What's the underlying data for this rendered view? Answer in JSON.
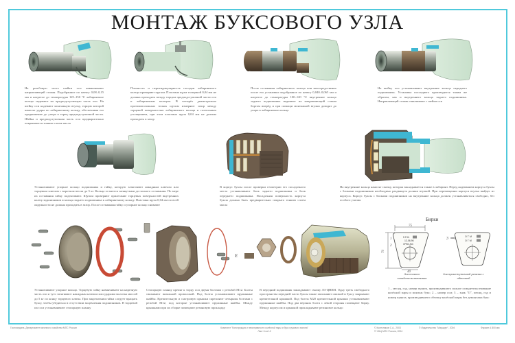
{
  "poster": {
    "title": "МОНТАЖ БУКСОВОГО УЗЛА",
    "accent_color": "#4fc9dc"
  },
  "steps": [
    {
      "id": 1,
      "illustration": "axle-journal-with-labyrinth-ring",
      "caption": "На резьбовую часть шейки оси навинчивают направляющий стакан. Подобранное по натягу 0,08–0,15 мм и нагретое до температуры 125–150 °С лабиринтное кольцо надевают на предподступичную часть оси. На шейку оси надевают монтажную втулку, торцом которой наносят удары по лабиринтному кольцу, обеспечивая его продвижение до упора в торец предподступичной части. Шейка и предподступичная часть оси предварительно покрываются тонким слоем масла"
    },
    {
      "id": 2,
      "illustration": "axle-with-labyrinth-ring-check",
      "caption": "Плотность и перпендикулярность посадки лабиринтного кольца проверяют щупом. Пластина щупа толщиной 0,04 мм не должна проходить между торцом предподступичной части оси и лабиринтным кольцом. В четырёх диаметрально противоположных точках щупом измеряют зазор между торцевой поверхностью лабиринтного кольца и галтельным утолщением, при этом пластина щупа 0,04 мм не должна проходить в зазор"
    },
    {
      "id": 3,
      "illustration": "axle-with-inner-ring-rear-bearing",
      "caption": "После остывания лабиринтного кольца или непосредственно после его установки подобранное по натягу 0,040–0,065 мм и нагретое до температуры 100–120 °С внутреннее кольцо заднего подшипника надевают на направляющий стакан бортом вперёд и при помощи монтажной втулки доводят до упора в лабиринтное кольцо"
    },
    {
      "id": 4,
      "illustration": "axle-with-inner-ring-front-bearing",
      "caption": "На шейку оси устанавливают внутреннее кольцо переднего подшипника. Установка последнего производится таким же образом, как и внутреннего кольца заднего подшипника. Направляющий стакан свинчивают с шейки оси"
    },
    {
      "id": 5,
      "illustration": "axle-end-with-nut-and-thrust-ring",
      "caption": "Устанавливают упорное кольцо подшипника и гайку, которую затягивают накидным ключом или торцевым ключом с воротком весом до 5 кг. Кольца остаются затянутыми до полного остывания. По мере их остывания гайку подтягивают. Щупом проверяют прилегание торцевых поверхностей внутренних колец подшипников и кольца заднего подшипника к лабиринтному кольцу. Пластина щупа 0,04 мм по всей окружности не должна проходить в зазор. После остывания гайку и упорное кольцо снимают"
    },
    {
      "id": 6,
      "illustration": "axle-box-housing-with-bearings",
      "caption": "В корпус буксы после проверки геометрии его посадочного места устанавливают блок заднего подшипника и блок переднего подшипника. Посадочная поверхность корпуса буксы должна быть предварительно покрыта тонким слоем масла"
    },
    {
      "id": 7,
      "illustration": "axle-box-mounted-on-axle",
      "caption": "На внутренние кольца наносят смазку, которая закладывается также в лабиринт. Перед надеванием корпуса буксы с блоками подшипников необходимо раздвинуть ролики втулкой. При перемещении корпуса втулка выйдет из корпуса. Корпус буксы с блоками подшипников на внутренние кольца должен устанавливаться свободно, без особого усилия"
    },
    {
      "id": 8,
      "illustration": "exploded-cover-gasket-bolts",
      "caption": "Устанавливают упорное кольцо. Торцевую гайку навинчивают на нарезную часть оси и туго затягивают накидным ключом или ударами молотка массой до 5 кг по концу торцевого ключа. При закреплении гайки следует вращать буксу, чтобы убедиться в отсутствии защемления подшипников. В торцевой паз оси устанавливают стопорную планку"
    },
    {
      "id": 9,
      "illustration": "exploded-housing-cover-ring-lock-plate",
      "caption": "Стопорную планку крепят к торцу оси двумя болтами с резьбой М12. Болты связывают вязальной проволокой. Под болты устанавливают пружинные шайбы. Крепительную и смотровую крышки скрепляют четырьмя болтами с резьбой М12, под которые устанавливают пружинные шайбы. Между крышками при их сборке помещают резиновую прокладку"
    },
    {
      "id": 10,
      "illustration": "assembled-axle-box-unit",
      "caption": "В передний подшипник закладывают смазку ЛЗ-ЦНИИ. Одну треть свободного пространства передней части буксы также заполняют смазкой и буксу закрывают крепительной крышкой. Под болты М20 крепительной крышки устанавливают пружинные шайбы. Под два верхних болта с левой стороны помещают бирку. Между корпусом и крышкой прокладывают резиновое кольцо"
    }
  ],
  "tags": {
    "title": "Бирки",
    "left_label": "для полного освидетельствования",
    "right_label": "для промежуточной ревизии с обточкой",
    "dimensions": {
      "width_top": "75",
      "height": "70",
      "width_bottom": "40",
      "hole_offset": "27",
      "hole_dia": "Ø"
    },
    "callouts": [
      "1",
      "2",
      "3"
    ],
    "left_lines": [
      "5 Г.М.",
      "12-06-96",
      "ХРКК-Ж4"
    ],
    "right_lines": [
      "О Т М",
      "О Г М"
    ],
    "caption": "1 – месяц, год, номер пункта, производившего полное освидетельствование колёсной пары и монтаж букс; 2 – номер оси; 3 – знак \"О\", месяц, год и номер пункта, производившего обточку колёсной пары без демонтажа букс"
  },
  "footer": {
    "left": "Госпландина. Департамент вагонного хозяйства МПС России",
    "center_line1": "Комплект \"Конструкция и неисправности колёсной пары и букс грузового вагона\"",
    "center_line2": "Лист 6 из 12",
    "credits_line1": "© Колесников С.А., 2003",
    "credits_line2": "© УМЦ МПС России, 2004",
    "publisher": "© Издательство \"Маршрут\", 2004",
    "format": "Формат А 800 мм"
  }
}
